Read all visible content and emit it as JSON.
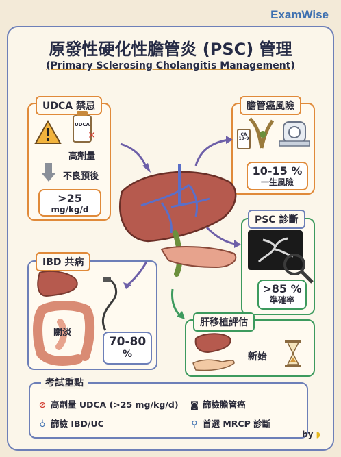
{
  "brand": "ExamWise",
  "title": "原發性硬化性膽管炎 (PSC) 管理",
  "subtitle": "(Primary Sclerosing Cholangitis Management)",
  "udca": {
    "label": "UDCA 禁忌",
    "high_dose": "高劑量",
    "bottle_text": "UDCA",
    "poor_prognosis": "不良預後",
    "dose_value": ">25",
    "dose_unit": "mg/kg/d"
  },
  "cancer": {
    "label": "膽管癌風險",
    "marker": "CA 19-9",
    "stat_value": "10-15 %",
    "stat_caption": "一生風險"
  },
  "diagnosis": {
    "label": "PSC 診斷",
    "stat_value": ">85 %",
    "stat_caption": "準確率"
  },
  "ibd": {
    "label": "IBD 共病",
    "association": "關淡",
    "stat_value": "70-80",
    "stat_unit": "%"
  },
  "transplant": {
    "label": "肝移植評估",
    "caption": "新始"
  },
  "notes": {
    "title": "考試重點",
    "items": [
      {
        "icon": "no-sign-icon",
        "text": "高劑量 UDCA (>25 mg/kg/d)"
      },
      {
        "icon": "camera-icon",
        "text": "篩檢膽管癌"
      },
      {
        "icon": "stethoscope-icon",
        "text": "篩檢 IBD/UC"
      },
      {
        "icon": "magnifier-icon",
        "text": "首選 MRCP 診斷"
      }
    ]
  },
  "byline": "by",
  "colors": {
    "orange": "#e08a3a",
    "purple": "#6d7fb8",
    "green": "#3d9a5e",
    "liver": "#b65a4e"
  }
}
